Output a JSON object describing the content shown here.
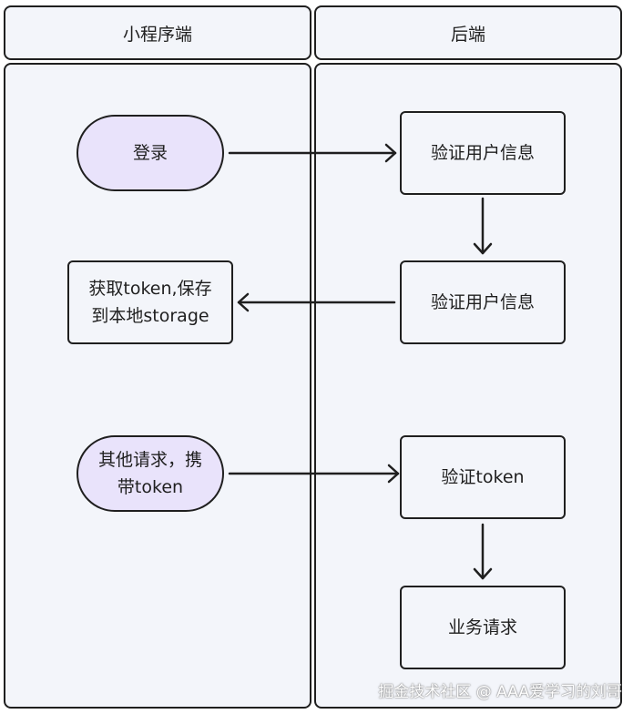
{
  "lanes": {
    "left": {
      "title": "小程序端"
    },
    "right": {
      "title": "后端"
    }
  },
  "nodes": {
    "login": {
      "label": "登录"
    },
    "verify_user_1": {
      "label": "验证用户信息"
    },
    "verify_user_2": {
      "label": "验证用户信息"
    },
    "get_token": {
      "label": "获取token,保存\n到本地storage"
    },
    "other_request": {
      "label": "其他请求，携\n带token"
    },
    "verify_token": {
      "label": "验证token"
    },
    "business_request": {
      "label": "业务请求"
    }
  },
  "watermark": {
    "text": "掘金技术社区 @ AAA爱学习的刘哥"
  },
  "colors": {
    "lane_fill": "#f3f5fa",
    "terminal_fill": "#e9e3fb",
    "stroke": "#1f1f1f"
  }
}
